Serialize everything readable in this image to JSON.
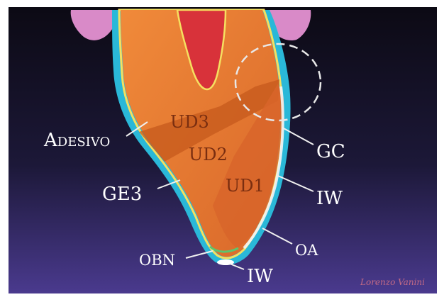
{
  "labels": {
    "adesivo": "Adesivo",
    "gc": "GC",
    "ge3": "GE3",
    "iw_right": "IW",
    "ud3": "UD3",
    "ud2": "UD2",
    "ud1": "UD1",
    "oa": "OA",
    "obn": "OBN",
    "iw_bottom": "IW"
  },
  "signature": "Lorenzo Vanini",
  "colors": {
    "background_top": "#0c0a14",
    "background_bottom": "#4a3a8e",
    "enamel_outer": "#2ab8d8",
    "dentin": "#e4782f",
    "dentin_dark": "#c85a1a",
    "pulp": "#d8323a",
    "gum": "#d98ac8",
    "outline": "#f5e060"
  }
}
